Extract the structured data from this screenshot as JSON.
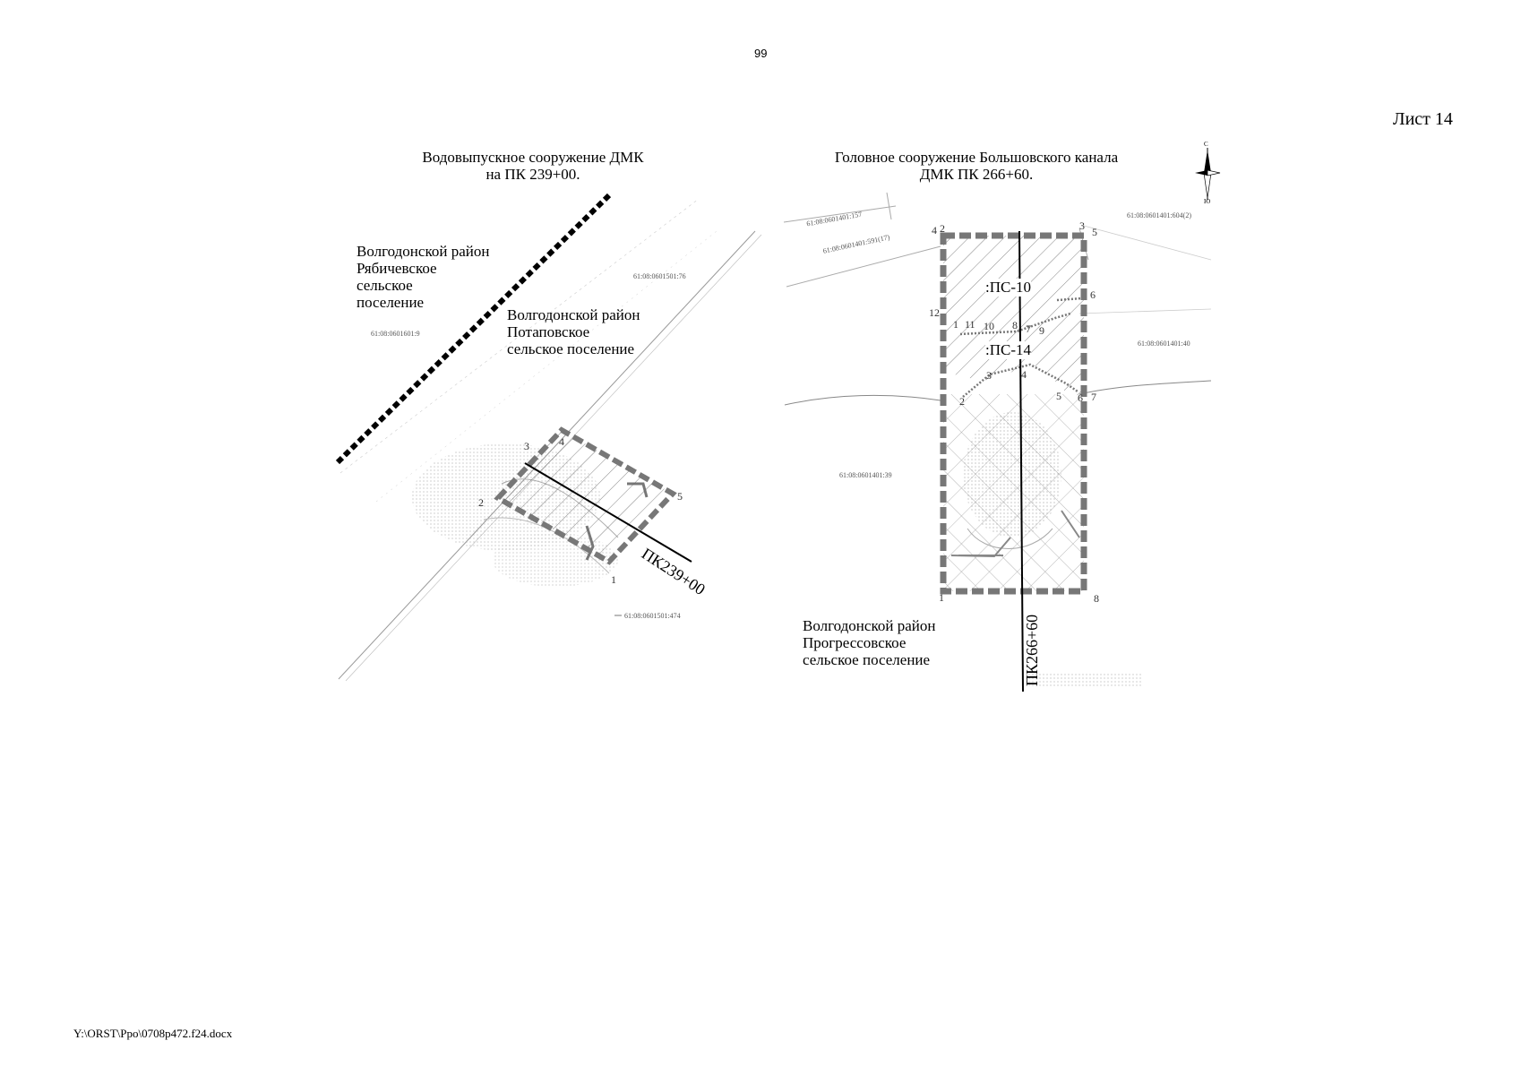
{
  "page": {
    "page_number": "99",
    "sheet_label": "Лист 14",
    "footer_path": "Y:\\ORST\\Ppo\\0708p472.f24.docx"
  },
  "left_map": {
    "title_line1": "Водовыпускное сооружение ДМК",
    "title_line2": "на ПК 239+00.",
    "district_rabichev": [
      "Волгодонской район",
      "Рябичевское",
      "сельское",
      "поселение"
    ],
    "district_potapov": [
      "Волгодонской район",
      "Потаповское",
      "сельское поселение"
    ],
    "cadastral": [
      "61:08:0601601:9",
      "61:08:0601501:76",
      "61:08:0601501:474"
    ],
    "point_numbers": [
      "1",
      "2",
      "3",
      "4",
      "5"
    ],
    "pk_label": "ПК239+00"
  },
  "right_map": {
    "title_line1": "Головное сооружение Большовского канала",
    "title_line2": "ДМК ПК 266+60.",
    "district_progress": [
      "Волгодонской район",
      "Прогрессовское",
      "сельское поселение"
    ],
    "cadastral": [
      "61:08:0601401:157",
      "61:08:0601401:591(17)",
      "61:08:0601401:604(2)",
      "61:08:0601401:40",
      "61:08:0601401:39"
    ],
    "pc_labels": [
      ":ПС-10",
      ":ПС-14"
    ],
    "pk_label": "ПК266+60",
    "corner_numbers": [
      "1",
      "2",
      "3",
      "4",
      "5",
      "6",
      "7",
      "8"
    ],
    "inner_numbers": [
      "1",
      "2",
      "3",
      "4",
      "5",
      "6",
      "7",
      "8",
      "9",
      "10",
      "11",
      "12"
    ],
    "compass_letters": [
      "С",
      "Ю"
    ]
  }
}
